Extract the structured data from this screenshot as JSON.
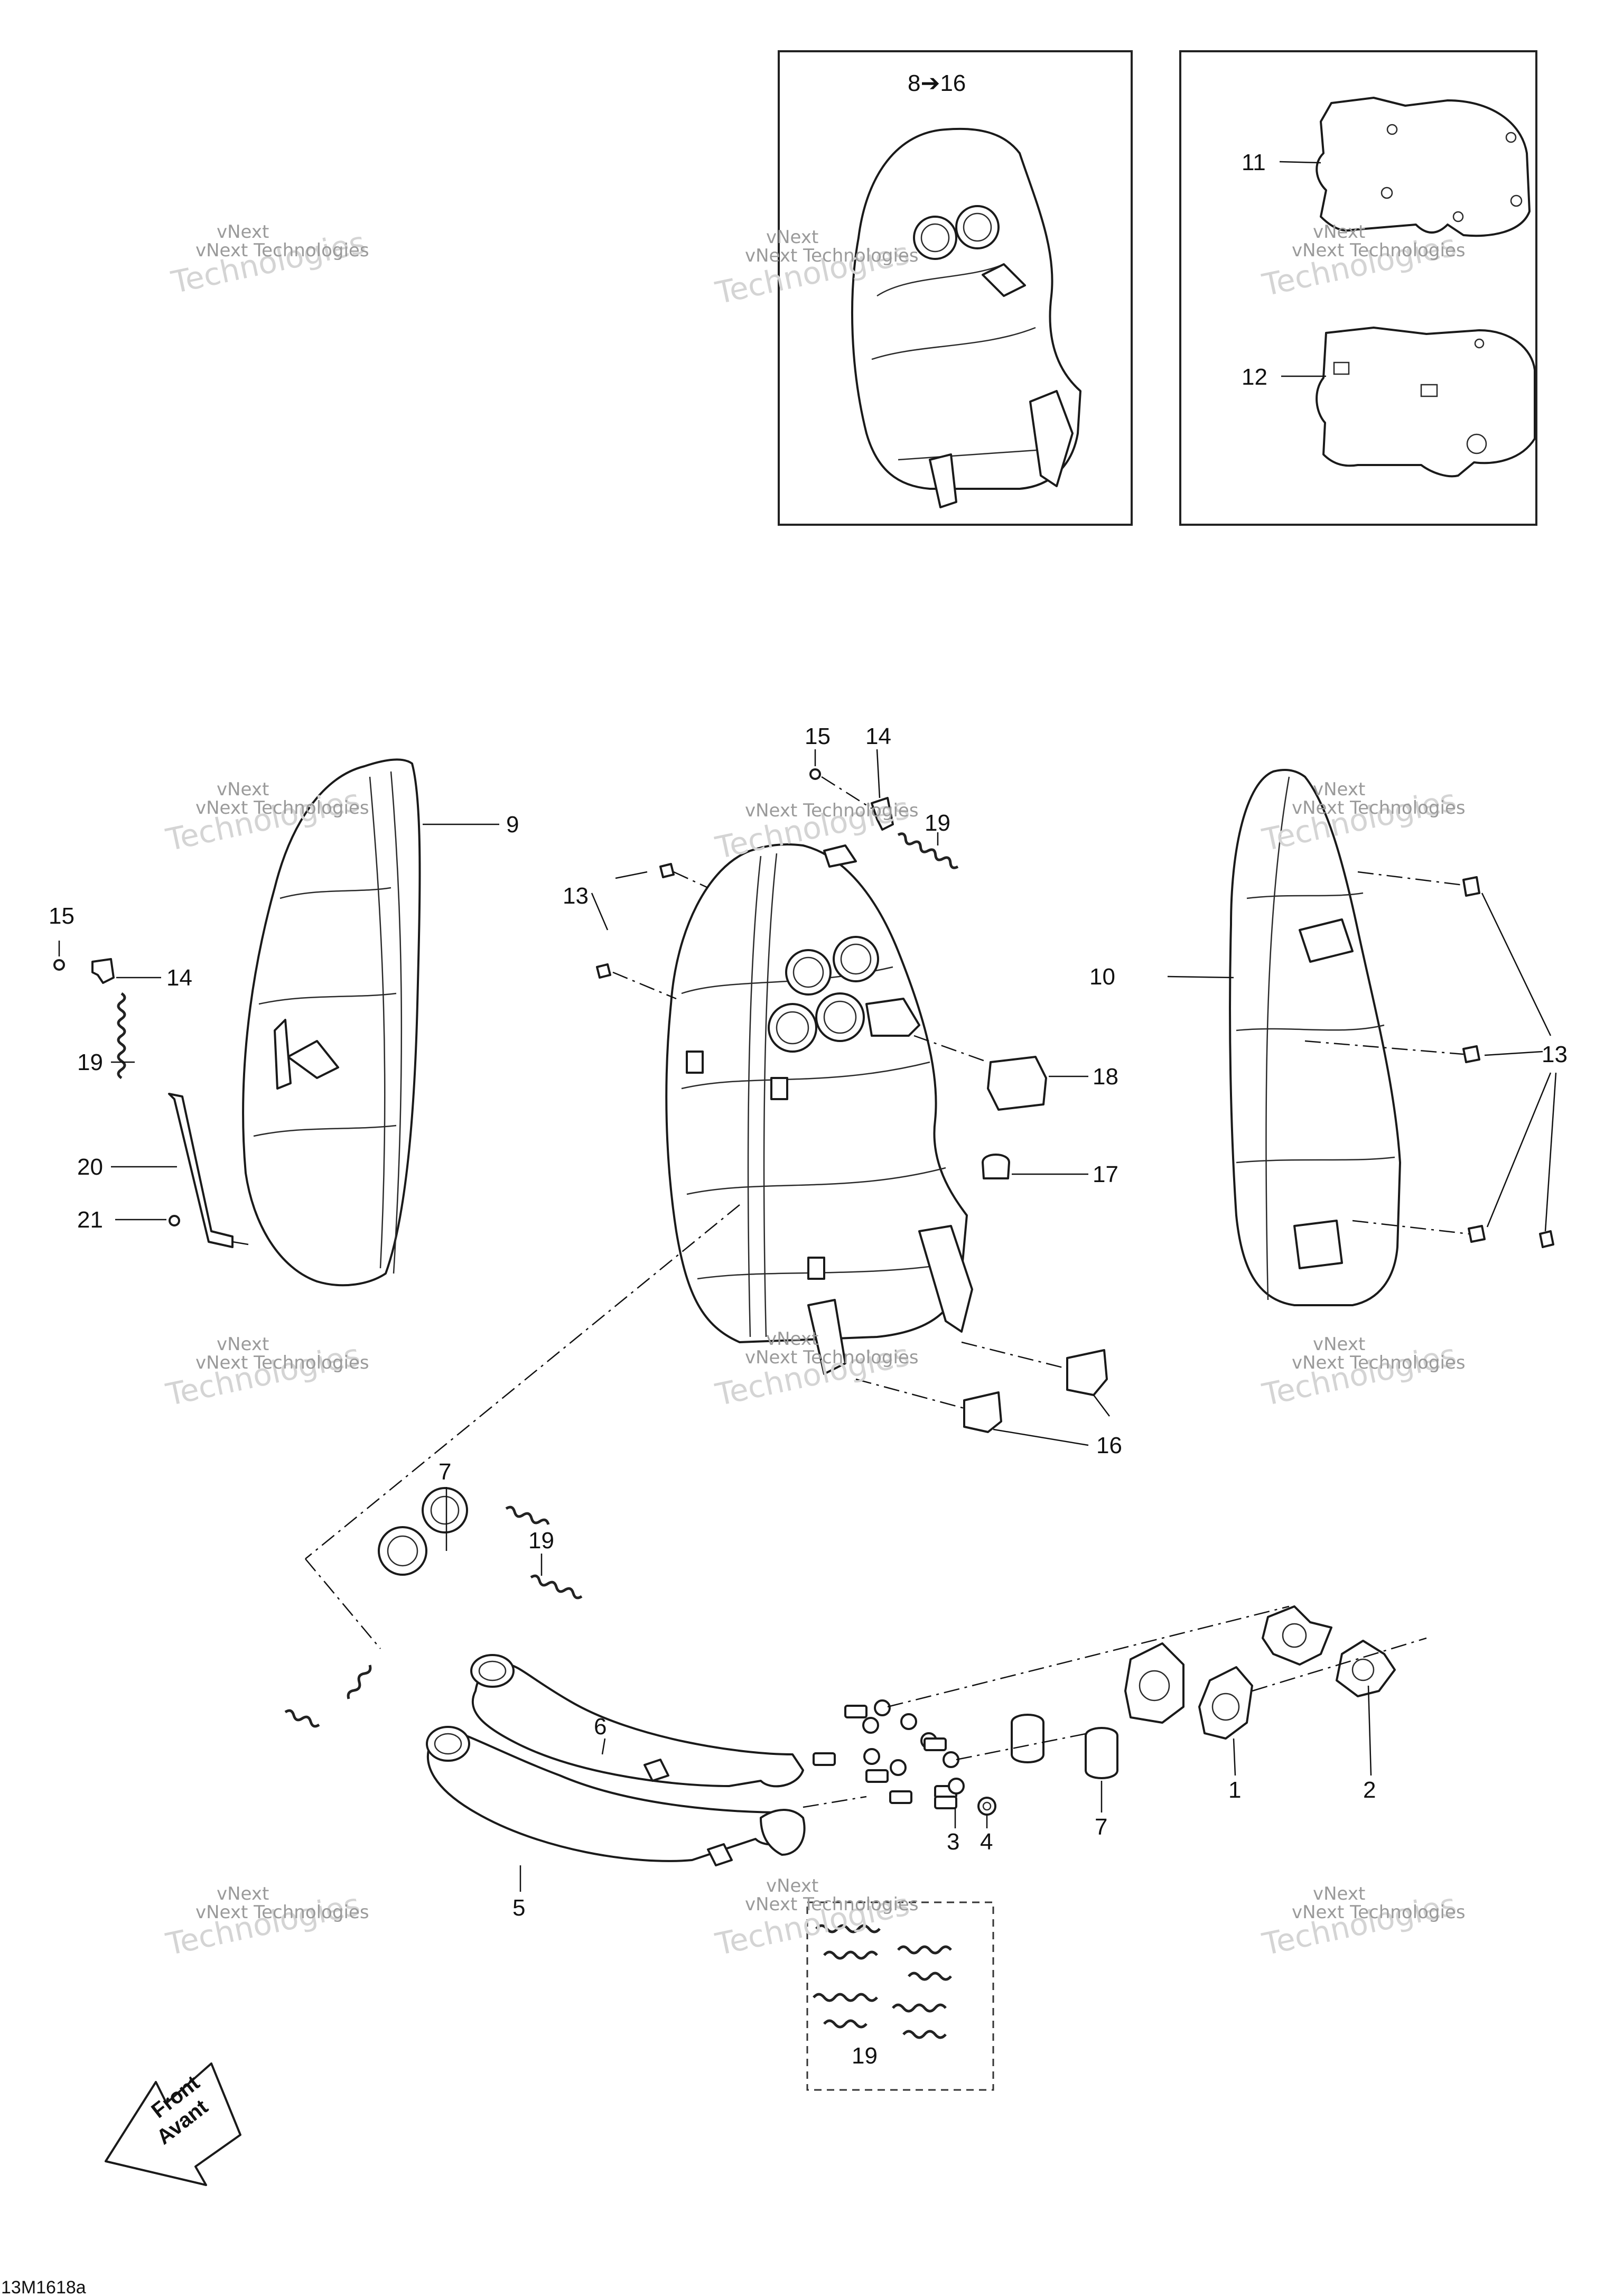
{
  "drawing_ref": "13M1618a",
  "orientation_label": {
    "line1": "Front",
    "line2": "Avant"
  },
  "watermark": {
    "line1": "vNext Technologies",
    "line2": "Technologies",
    "logo": "vNext"
  },
  "callouts": {
    "c1": "1",
    "c2": "2",
    "c3": "3",
    "c4": "4",
    "c5": "5",
    "c6": "6",
    "c7a": "7",
    "c7b": "7",
    "c9": "9",
    "c10": "10",
    "c11": "11",
    "c12": "12",
    "c13a": "13",
    "c13b": "13",
    "c14a": "14",
    "c14b": "14",
    "c15a": "15",
    "c15b": "15",
    "c16": "16",
    "c17": "17",
    "c18": "18",
    "c19a": "19",
    "c19b": "19",
    "c19c": "19",
    "c19d": "19",
    "c20": "20",
    "c21": "21",
    "c8to16": "8➔16"
  }
}
